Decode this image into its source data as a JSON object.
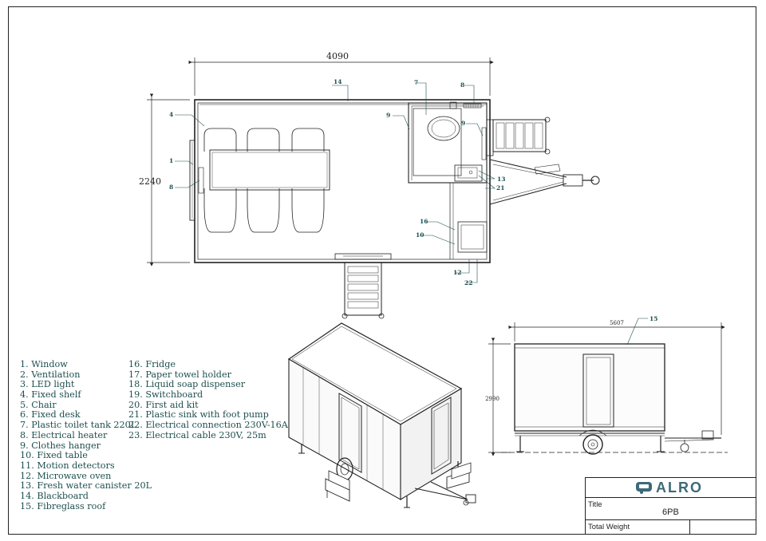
{
  "dimensions": {
    "plan_length": "4090",
    "plan_width": "2240",
    "side_length": "5607",
    "side_height": "2990"
  },
  "callouts": {
    "c1": "1",
    "c4": "4",
    "c7": "7",
    "c8a": "8",
    "c8b": "8",
    "c9a": "9",
    "c9b": "9",
    "c10": "10",
    "c12": "12",
    "c13": "13",
    "c14": "14",
    "c15": "15",
    "c16": "16",
    "c21": "21",
    "c22": "22"
  },
  "legend": {
    "col1": [
      "1. Window",
      "2. Ventilation",
      "3. LED light",
      "4. Fixed shelf",
      "5. Chair",
      "6. Fixed desk",
      "7. Plastic toilet tank 220L",
      "8. Electrical heater",
      "9. Clothes hanger",
      "10. Fixed table",
      "11. Motion detectors",
      "12. Microwave oven",
      "13. Fresh water canister 20L",
      "14. Blackboard",
      "15. Fibreglass roof"
    ],
    "col2": [
      "16. Fridge",
      "17. Paper towel holder",
      "18. Liquid soap dispenser",
      "19. Switchboard",
      "20. First aid kit",
      "21. Plastic sink with foot pump",
      "22. Electrical connection 230V-16A",
      "23. Electrical cable 230V, 25m"
    ]
  },
  "title_block": {
    "logo_text": "ALRO",
    "title_label": "Title",
    "title_value": "6PB",
    "weight_label": "Total Weight"
  }
}
